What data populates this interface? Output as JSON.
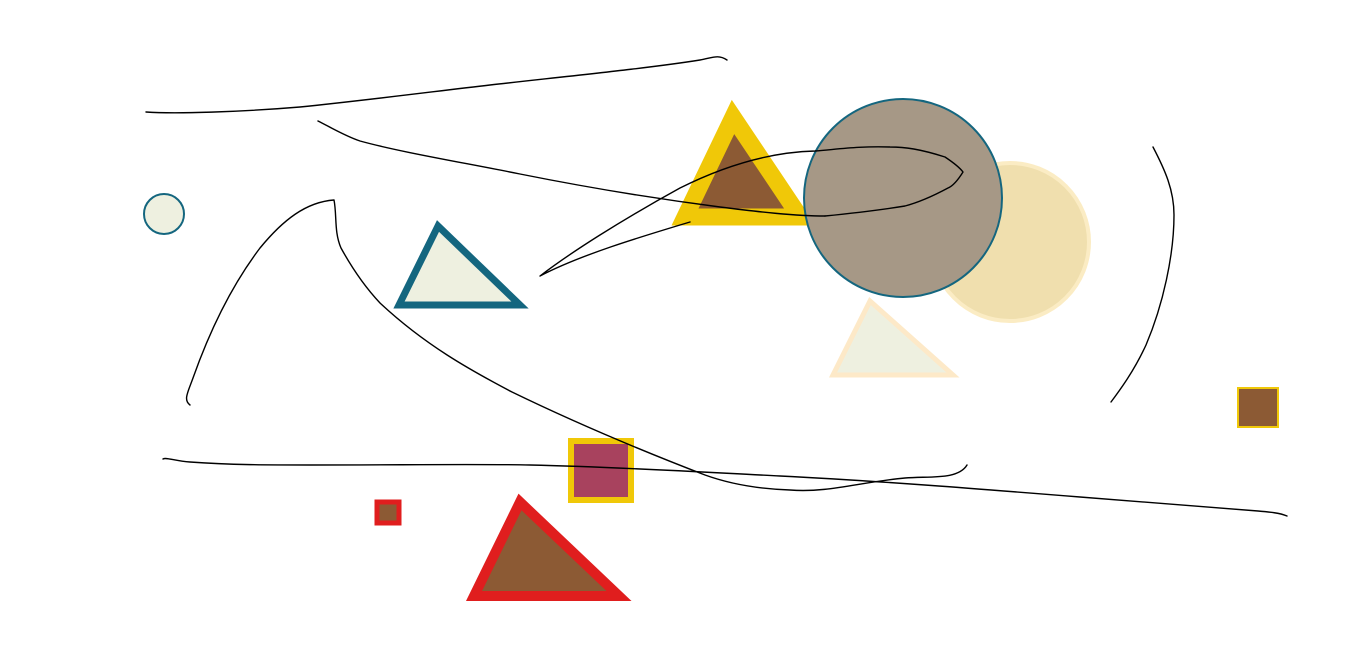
{
  "canvas": {
    "background": "#ffffff"
  },
  "palette": {
    "teal": "#14667f",
    "cream": "#eef0e0",
    "gold": "#f0c808",
    "brown": "#8c5a34",
    "taupe": "#a69886",
    "sand": "#f0dfae",
    "sand_stroke": "#fbecc4",
    "peach_stroke": "#fde9c8",
    "red": "#e01e1e",
    "rose": "#a8425e",
    "ink": "#000000"
  },
  "shapes": [
    {
      "name": "small-cream-circle",
      "kind": "circle",
      "fill": "cream",
      "stroke": "teal"
    },
    {
      "name": "cream-triangle-teal-outline",
      "kind": "triangle",
      "fill": "cream",
      "stroke": "teal"
    },
    {
      "name": "brown-triangle-gold-outline",
      "kind": "triangle",
      "fill": "brown",
      "stroke": "gold"
    },
    {
      "name": "sand-circle",
      "kind": "circle",
      "fill": "sand",
      "stroke": "sand_stroke"
    },
    {
      "name": "taupe-circle-teal-outline",
      "kind": "circle",
      "fill": "taupe",
      "stroke": "teal"
    },
    {
      "name": "cream-triangle-peach-outline",
      "kind": "triangle",
      "fill": "cream",
      "stroke": "peach_stroke"
    },
    {
      "name": "rose-square-gold-outline",
      "kind": "square",
      "fill": "rose",
      "stroke": "gold"
    },
    {
      "name": "small-brown-square-red-outline",
      "kind": "square",
      "fill": "brown",
      "stroke": "red"
    },
    {
      "name": "brown-triangle-red-outline",
      "kind": "triangle",
      "fill": "brown",
      "stroke": "red"
    },
    {
      "name": "brown-square-gold-outline",
      "kind": "square",
      "fill": "brown",
      "stroke": "gold"
    }
  ],
  "strokes": [
    {
      "name": "freehand-line-top",
      "color": "ink"
    },
    {
      "name": "freehand-line-diagonal",
      "color": "ink"
    },
    {
      "name": "freehand-arch-left",
      "color": "ink"
    },
    {
      "name": "freehand-loop-center",
      "color": "ink"
    },
    {
      "name": "freehand-arc-right",
      "color": "ink"
    },
    {
      "name": "freehand-line-bottom",
      "color": "ink"
    }
  ]
}
